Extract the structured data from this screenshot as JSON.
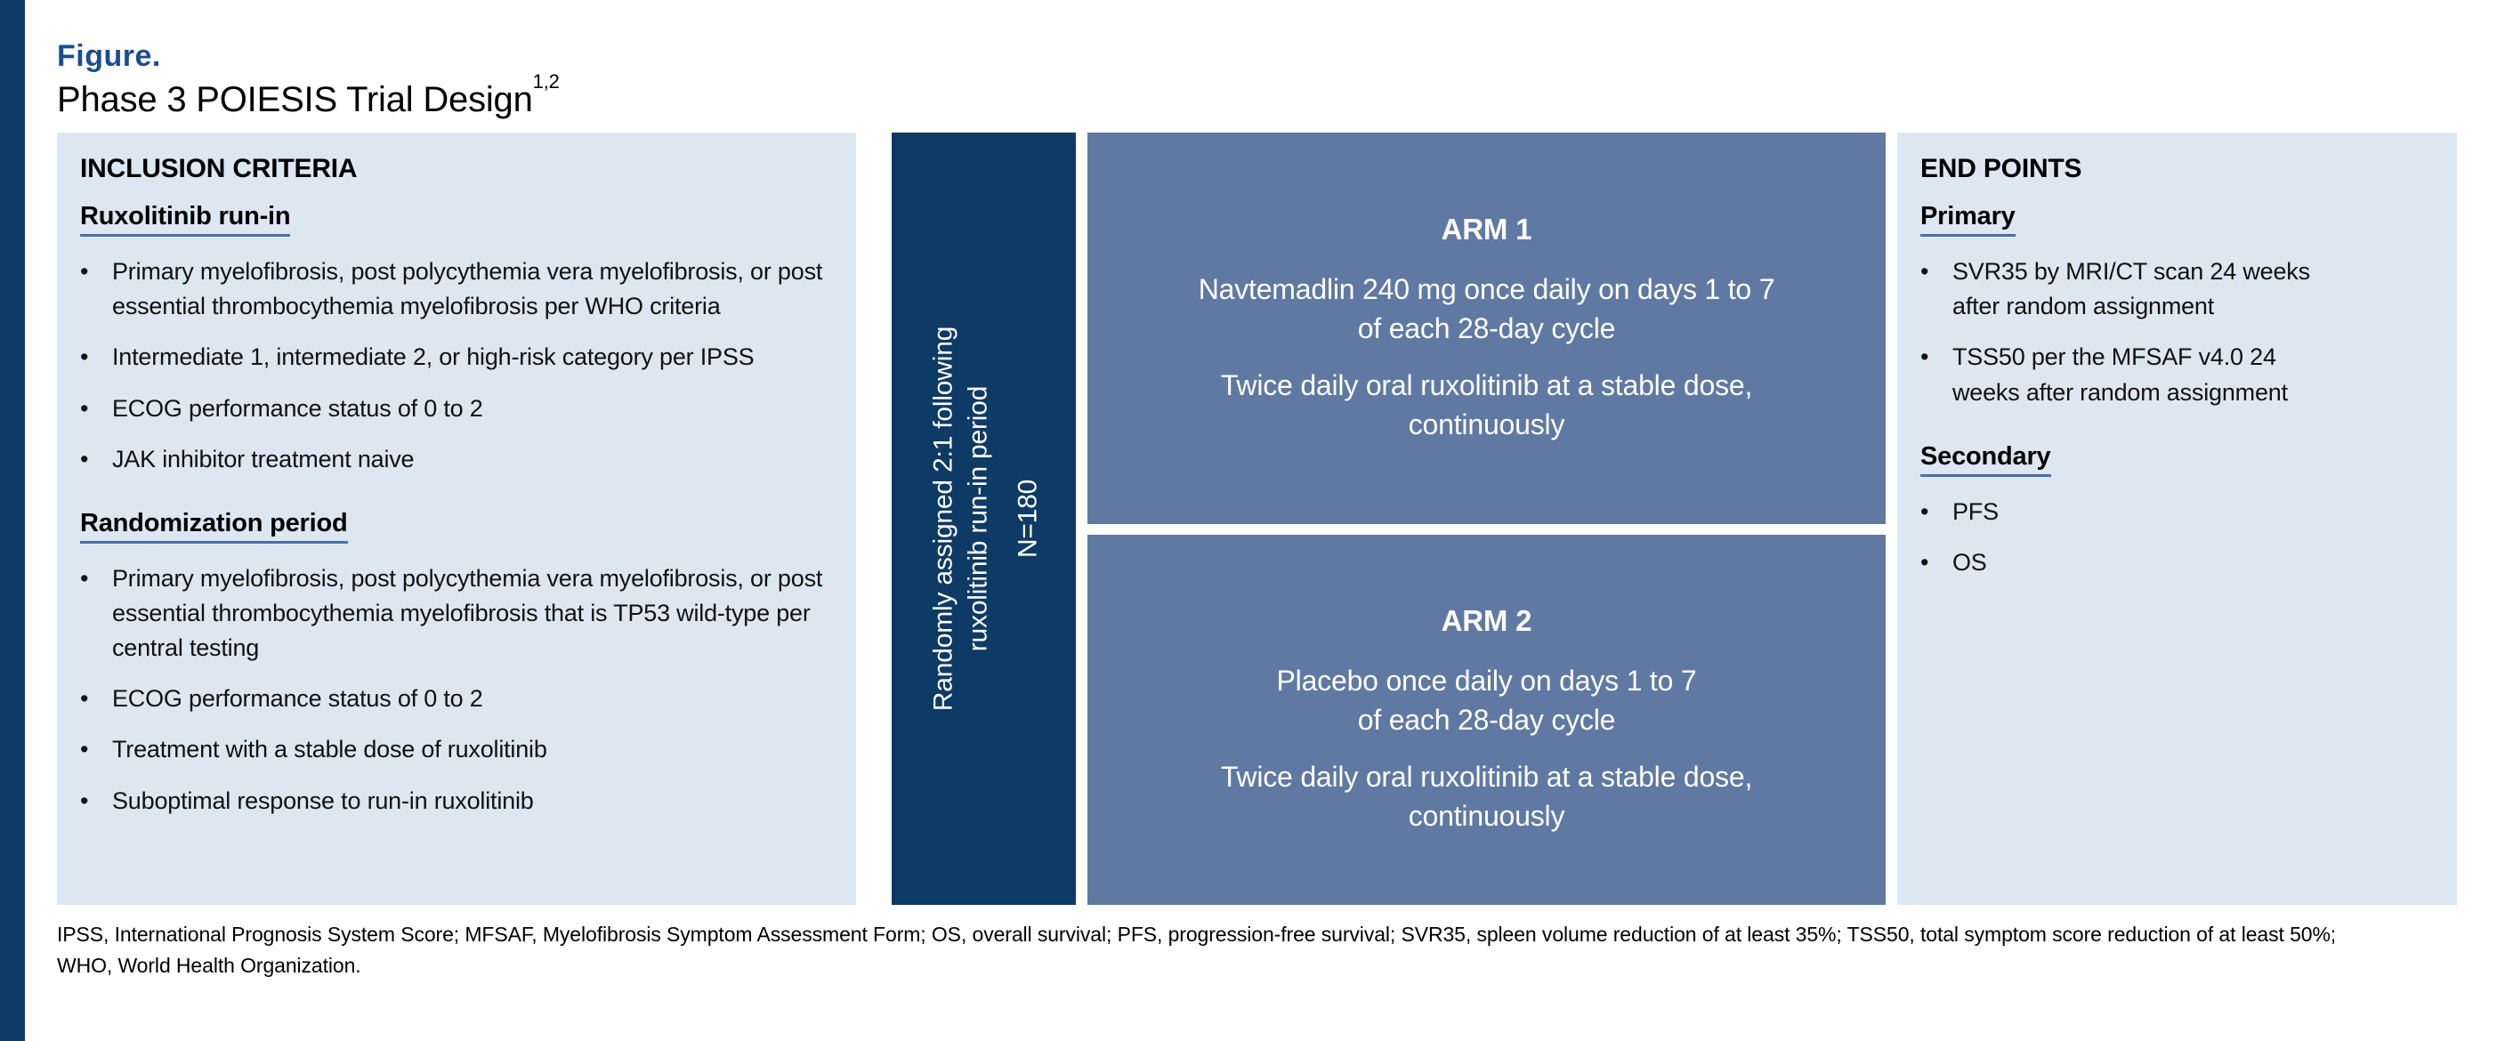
{
  "figure": {
    "label": "Figure.",
    "title": "Phase 3 POIESIS Trial Design",
    "superscript": "1,2"
  },
  "ui": {
    "bullet_glyph": "•"
  },
  "colors": {
    "navy": "#0e3a66",
    "arm_blue": "#6079a2",
    "panel_blue": "#dce7f2",
    "figure_label_blue": "#1b4e8f",
    "subhead_underline_blue": "#4a6fa5"
  },
  "inclusion": {
    "heading": "INCLUSION CRITERIA",
    "sections": [
      {
        "title": "Ruxolitinib run-in",
        "bullets": [
          "Primary myelofibrosis, post polycythemia vera myelofibrosis, or post essential thrombocythemia myelofibrosis per WHO criteria",
          "Intermediate 1, intermediate 2, or high-risk category per IPSS",
          "ECOG performance status of 0 to 2",
          "JAK inhibitor treatment naive"
        ]
      },
      {
        "title": "Randomization period",
        "bullets": [
          "Primary myelofibrosis, post polycythemia vera myelofibrosis, or post essential thrombocythemia myelofibrosis that is TP53 wild-type per central testing",
          "ECOG performance status of 0 to 2",
          "Treatment with a stable dose of ruxolitinib",
          "Suboptimal response to run-in ruxolitinib"
        ]
      }
    ]
  },
  "randomization_bar": {
    "lines": [
      "Randomly assigned 2:1 following",
      "ruxolitinib run-in period"
    ],
    "n_label": "N=180"
  },
  "arms": [
    {
      "title": "ARM 1",
      "treatment_lines": [
        "Navtemadlin 240 mg once daily on days 1 to 7",
        "of each 28-day cycle"
      ],
      "ruxolitinib_lines": [
        "Twice daily oral ruxolitinib at a stable dose,",
        "continuously"
      ]
    },
    {
      "title": "ARM 2",
      "treatment_lines": [
        "Placebo once daily on days 1 to 7",
        "of each 28-day cycle"
      ],
      "ruxolitinib_lines": [
        "Twice daily oral ruxolitinib at a stable dose,",
        "continuously"
      ]
    }
  ],
  "endpoints": {
    "heading": "END POINTS",
    "primary": {
      "title": "Primary",
      "bullets": [
        "SVR35 by MRI/CT scan 24 weeks after random assignment",
        "TSS50 per the MFSAF v4.0 24 weeks after random assignment"
      ]
    },
    "secondary": {
      "title": "Secondary",
      "bullets": [
        "PFS",
        "OS"
      ]
    }
  },
  "footnote": "IPSS, International Prognosis System Score; MFSAF, Myelofibrosis Symptom Assessment Form; OS, overall survival; PFS, progression-free survival; SVR35, spleen volume reduction of at least 35%; TSS50, total symptom score reduction of at least 50%; WHO, World Health Organization."
}
